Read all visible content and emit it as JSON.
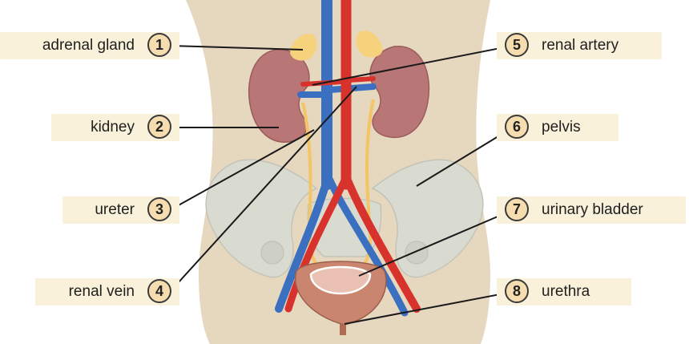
{
  "labels": [
    {
      "number": "1",
      "text": "adrenal gland"
    },
    {
      "number": "2",
      "text": "kidney"
    },
    {
      "number": "3",
      "text": "ureter"
    },
    {
      "number": "4",
      "text": "renal vein"
    },
    {
      "number": "5",
      "text": "renal artery"
    },
    {
      "number": "6",
      "text": "pelvis"
    },
    {
      "number": "7",
      "text": "urinary bladder"
    },
    {
      "number": "8",
      "text": "urethra"
    }
  ],
  "colors": {
    "skin": "#e6d7bf",
    "kidney": "#b97676",
    "adrenal": "#f7d27c",
    "artery": "#d8322d",
    "vein": "#3b6fc0",
    "ureter": "#f3c564",
    "bone": "#d8d9cf",
    "bladder": "#c9856e",
    "label_background": "#f9f1da",
    "badge": "#f6ddb0"
  }
}
